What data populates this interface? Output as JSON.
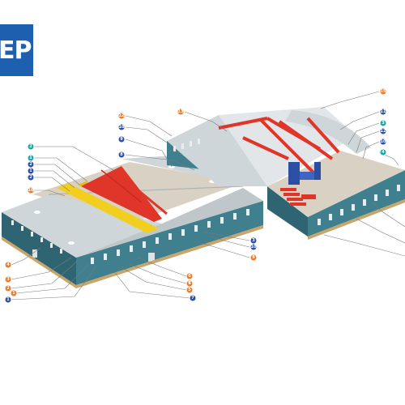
{
  "logo": {
    "text": "EP",
    "color": "#1f5fb0"
  },
  "colors": {
    "wall": "#3f7f8e",
    "wall_dark": "#2f6573",
    "roof": "#cfd6d9",
    "roof_shadow": "#aab3b7",
    "steel_red": "#e0362a",
    "crane_yellow": "#f2cf1f",
    "floor": "#d9d2c4",
    "callout_blue": "#2c4fa3",
    "callout_teal": "#20a8a0",
    "callout_orange": "#f07a2a",
    "callout_navy": "#2c3f7a"
  },
  "callouts": [
    {
      "id": "l1",
      "num": "2",
      "color": "#20a8a0"
    },
    {
      "id": "l2",
      "num": "1",
      "color": "#20a8a0"
    },
    {
      "id": "l3",
      "num": "2",
      "color": "#2c4fa3"
    },
    {
      "id": "l4",
      "num": "1",
      "color": "#2c4fa3"
    },
    {
      "id": "l5",
      "num": "2",
      "color": "#2c4fa3"
    },
    {
      "id": "l6",
      "num": "10",
      "color": "#f07a2a"
    },
    {
      "id": "l7",
      "num": "4",
      "color": "#f07a2a"
    },
    {
      "id": "l8",
      "num": "3",
      "color": "#f07a2a"
    },
    {
      "id": "l9",
      "num": "2",
      "color": "#f07a2a"
    },
    {
      "id": "l10",
      "num": "1",
      "color": "#f07a2a"
    },
    {
      "id": "l11",
      "num": "1",
      "color": "#2c4fa3"
    },
    {
      "id": "t1",
      "num": "12",
      "color": "#f07a2a"
    },
    {
      "id": "t2",
      "num": "10",
      "color": "#2c4fa3"
    },
    {
      "id": "t3",
      "num": "9",
      "color": "#2c4fa3"
    },
    {
      "id": "t4",
      "num": "8",
      "color": "#2c4fa3"
    },
    {
      "id": "t5",
      "num": "13",
      "color": "#f07a2a"
    },
    {
      "id": "r1",
      "num": "15",
      "color": "#f07a2a"
    },
    {
      "id": "r2",
      "num": "11",
      "color": "#2c4fa3"
    },
    {
      "id": "r3",
      "num": "3",
      "color": "#20a8a0"
    },
    {
      "id": "r4",
      "num": "12",
      "color": "#2c4fa3"
    },
    {
      "id": "r5",
      "num": "10",
      "color": "#2c4fa3"
    },
    {
      "id": "r6",
      "num": "4",
      "color": "#20a8a0"
    },
    {
      "id": "b1",
      "num": "3",
      "color": "#2c4fa3"
    },
    {
      "id": "b2",
      "num": "10",
      "color": "#2c4fa3"
    },
    {
      "id": "b3",
      "num": "9",
      "color": "#f07a2a"
    },
    {
      "id": "b4",
      "num": "6",
      "color": "#f07a2a"
    },
    {
      "id": "b5",
      "num": "7",
      "color": "#f07a2a"
    },
    {
      "id": "b6",
      "num": "6",
      "color": "#f07a2a"
    },
    {
      "id": "b7",
      "num": "5",
      "color": "#f07a2a"
    },
    {
      "id": "b8",
      "num": "7",
      "color": "#2c4fa3"
    }
  ]
}
